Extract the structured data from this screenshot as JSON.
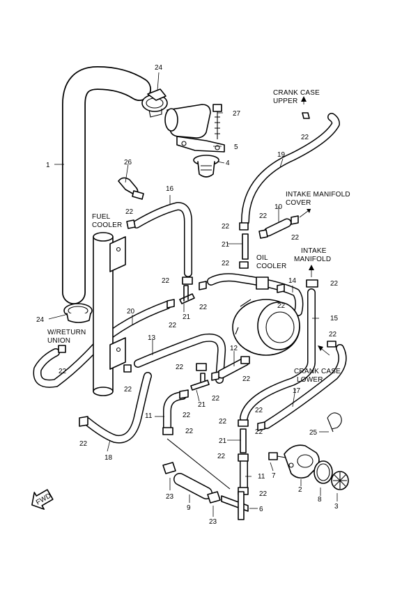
{
  "labels": {
    "crankcase_upper": [
      "CRANK CASE",
      "UPPER"
    ],
    "intake_cover": [
      "INTAKE MANIFOLD",
      "COVER"
    ],
    "intake_manifold": [
      "INTAKE",
      "MANIFOLD"
    ],
    "fuel_cooler": [
      "FUEL",
      "COOLER"
    ],
    "oil_cooler": [
      "OIL",
      "COOLER"
    ],
    "return_union": [
      "W/RETURN",
      "UNION"
    ],
    "crankcase_lower": [
      "CRANK CASE",
      "LOWER"
    ],
    "fwd": "FWD"
  },
  "callouts": {
    "n1": "1",
    "n2": "2",
    "n3": "3",
    "n4": "4",
    "n5": "5",
    "n6": "6",
    "n7": "7",
    "n8": "8",
    "n9": "9",
    "n10": "10",
    "n11a": "11",
    "n11b": "11",
    "n12": "12",
    "n13": "13",
    "n14": "14",
    "n15": "15",
    "n16": "16",
    "n17": "17",
    "n18": "18",
    "n19": "19",
    "n20": "20",
    "n21a": "21",
    "n21b": "21",
    "n21c": "21",
    "n21d": "21",
    "n22a": "22",
    "n22b": "22",
    "n22c": "22",
    "n22d": "22",
    "n22e": "22",
    "n22f": "22",
    "n22g": "22",
    "n22h": "22",
    "n22i": "22",
    "n22j": "22",
    "n22k": "22",
    "n22l": "22",
    "n22m": "22",
    "n22n": "22",
    "n22o": "22",
    "n22p": "22",
    "n22q": "22",
    "n22r": "22",
    "n22s": "22",
    "n22t": "22",
    "n22u": "22",
    "n22v": "22",
    "n22w": "22",
    "n22x": "22",
    "n22y": "22",
    "n23a": "23",
    "n23b": "23",
    "n24a": "24",
    "n24b": "24",
    "n25": "25",
    "n26": "26",
    "n27": "27"
  }
}
